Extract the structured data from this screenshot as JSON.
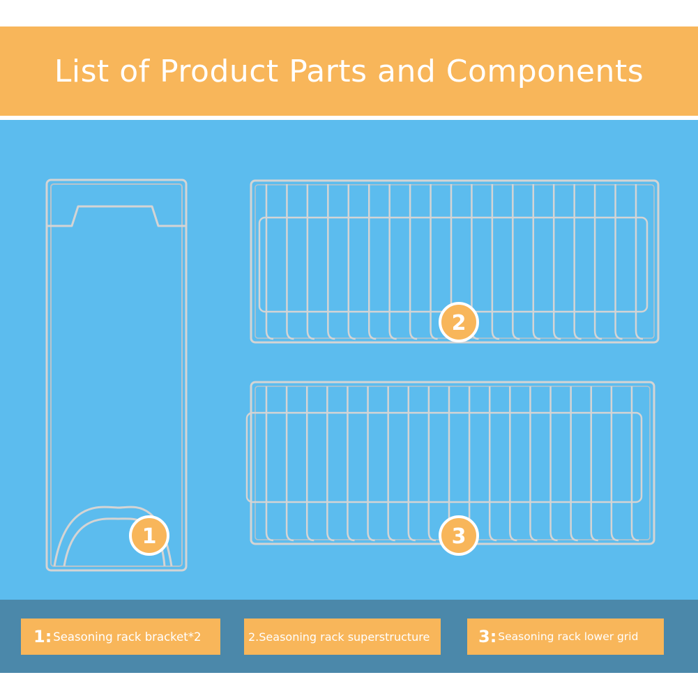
{
  "header": {
    "title": "List of Product Parts and Components"
  },
  "badges": {
    "part1": "1",
    "part2": "2",
    "part3": "3"
  },
  "labels": [
    {
      "num": "1:",
      "text": "Seasoning rack bracket*2"
    },
    {
      "num": "",
      "text": "2.Seasoning rack superstructure"
    },
    {
      "num": "3:",
      "text": "Seasoning rack lower grid"
    }
  ],
  "colors": {
    "accent": "#f8b65a",
    "background": "#5cbcee",
    "footer": "#4b88aa",
    "wire": "#d4d4d4"
  }
}
